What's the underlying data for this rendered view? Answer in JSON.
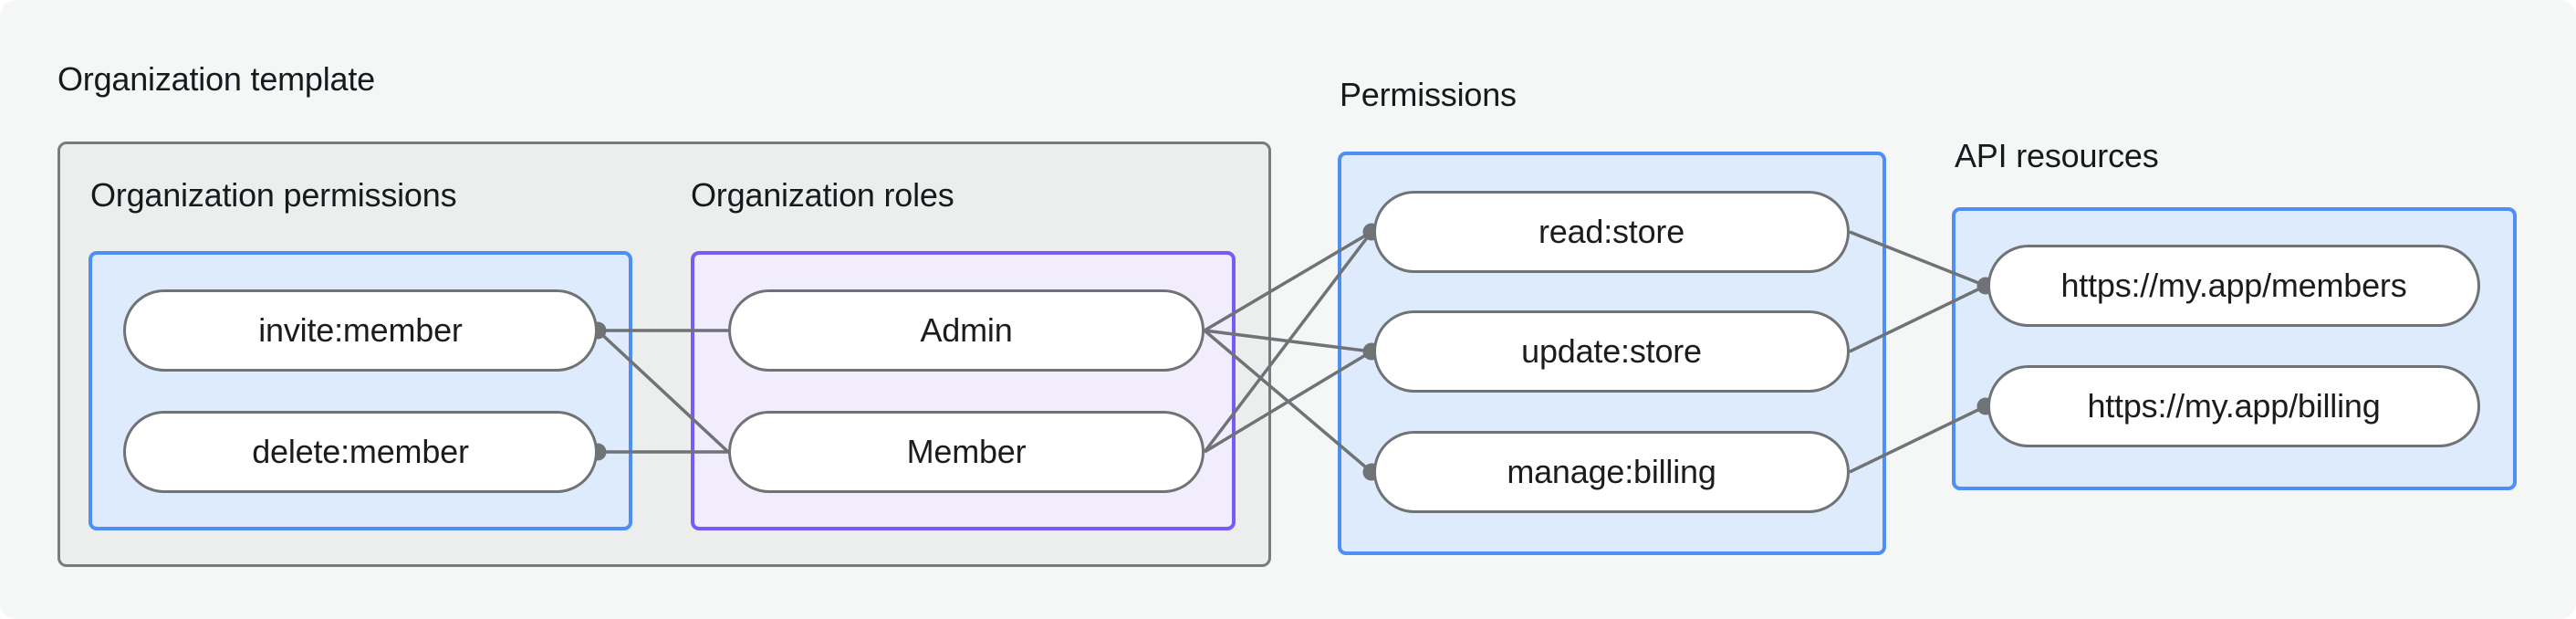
{
  "diagram": {
    "org_template": {
      "title": "Organization template",
      "org_permissions": {
        "title": "Organization permissions",
        "items": [
          {
            "id": "invite",
            "label": "invite:member"
          },
          {
            "id": "delete",
            "label": "delete:member"
          }
        ]
      },
      "org_roles": {
        "title": "Organization roles",
        "items": [
          {
            "id": "admin",
            "label": "Admin"
          },
          {
            "id": "member",
            "label": "Member"
          }
        ]
      }
    },
    "permissions": {
      "title": "Permissions",
      "items": [
        {
          "id": "read",
          "label": "read:store"
        },
        {
          "id": "update",
          "label": "update:store"
        },
        {
          "id": "manage",
          "label": "manage:billing"
        }
      ]
    },
    "api_resources": {
      "title": "API resources",
      "items": [
        {
          "id": "members_api",
          "label": "https://my.app/members"
        },
        {
          "id": "billing_api",
          "label": "https://my.app/billing"
        }
      ]
    },
    "edges": [
      {
        "from": "invite",
        "to": "admin"
      },
      {
        "from": "invite",
        "to": "member"
      },
      {
        "from": "delete",
        "to": "member"
      },
      {
        "from": "admin",
        "to": "read"
      },
      {
        "from": "admin",
        "to": "update"
      },
      {
        "from": "admin",
        "to": "manage"
      },
      {
        "from": "member",
        "to": "read"
      },
      {
        "from": "member",
        "to": "update"
      },
      {
        "from": "read",
        "to": "members_api"
      },
      {
        "from": "update",
        "to": "members_api"
      },
      {
        "from": "manage",
        "to": "billing_api"
      }
    ],
    "colors": {
      "canvas_bg": "#f5f6f6",
      "frame_bg": "#eceeee",
      "frame_border": "#777c7f",
      "blue_bg": "#deebfc",
      "blue_border": "#4e8ff5",
      "purple_bg": "#f2edfc",
      "purple_border": "#7a5af5",
      "pill_bg": "#ffffff",
      "pill_border": "#6f7376",
      "edge": "#6f7376",
      "text": "#17191c"
    }
  }
}
